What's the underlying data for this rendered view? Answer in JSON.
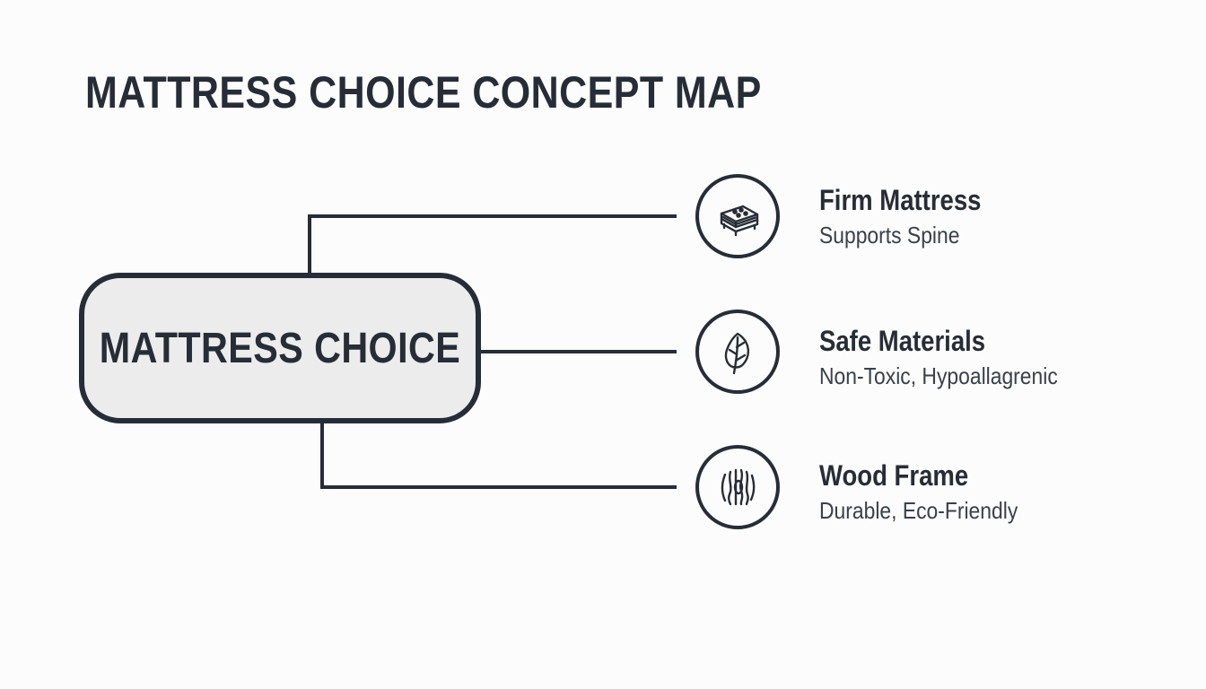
{
  "title": "MATTRESS CHOICE CONCEPT MAP",
  "central_node": {
    "label": "MATTRESS CHOICE"
  },
  "branches": [
    {
      "icon": "mattress-icon",
      "title": "Firm Mattress",
      "subtitle": "Supports Spine"
    },
    {
      "icon": "leaf-icon",
      "title": "Safe Materials",
      "subtitle": "Non-Toxic, Hypoallagrenic"
    },
    {
      "icon": "wood-grain-icon",
      "title": "Wood Frame",
      "subtitle": "Durable, Eco-Friendly"
    }
  ],
  "colors": {
    "background": "#fcfcfc",
    "ink": "#272d36",
    "node_fill": "#ececec"
  }
}
